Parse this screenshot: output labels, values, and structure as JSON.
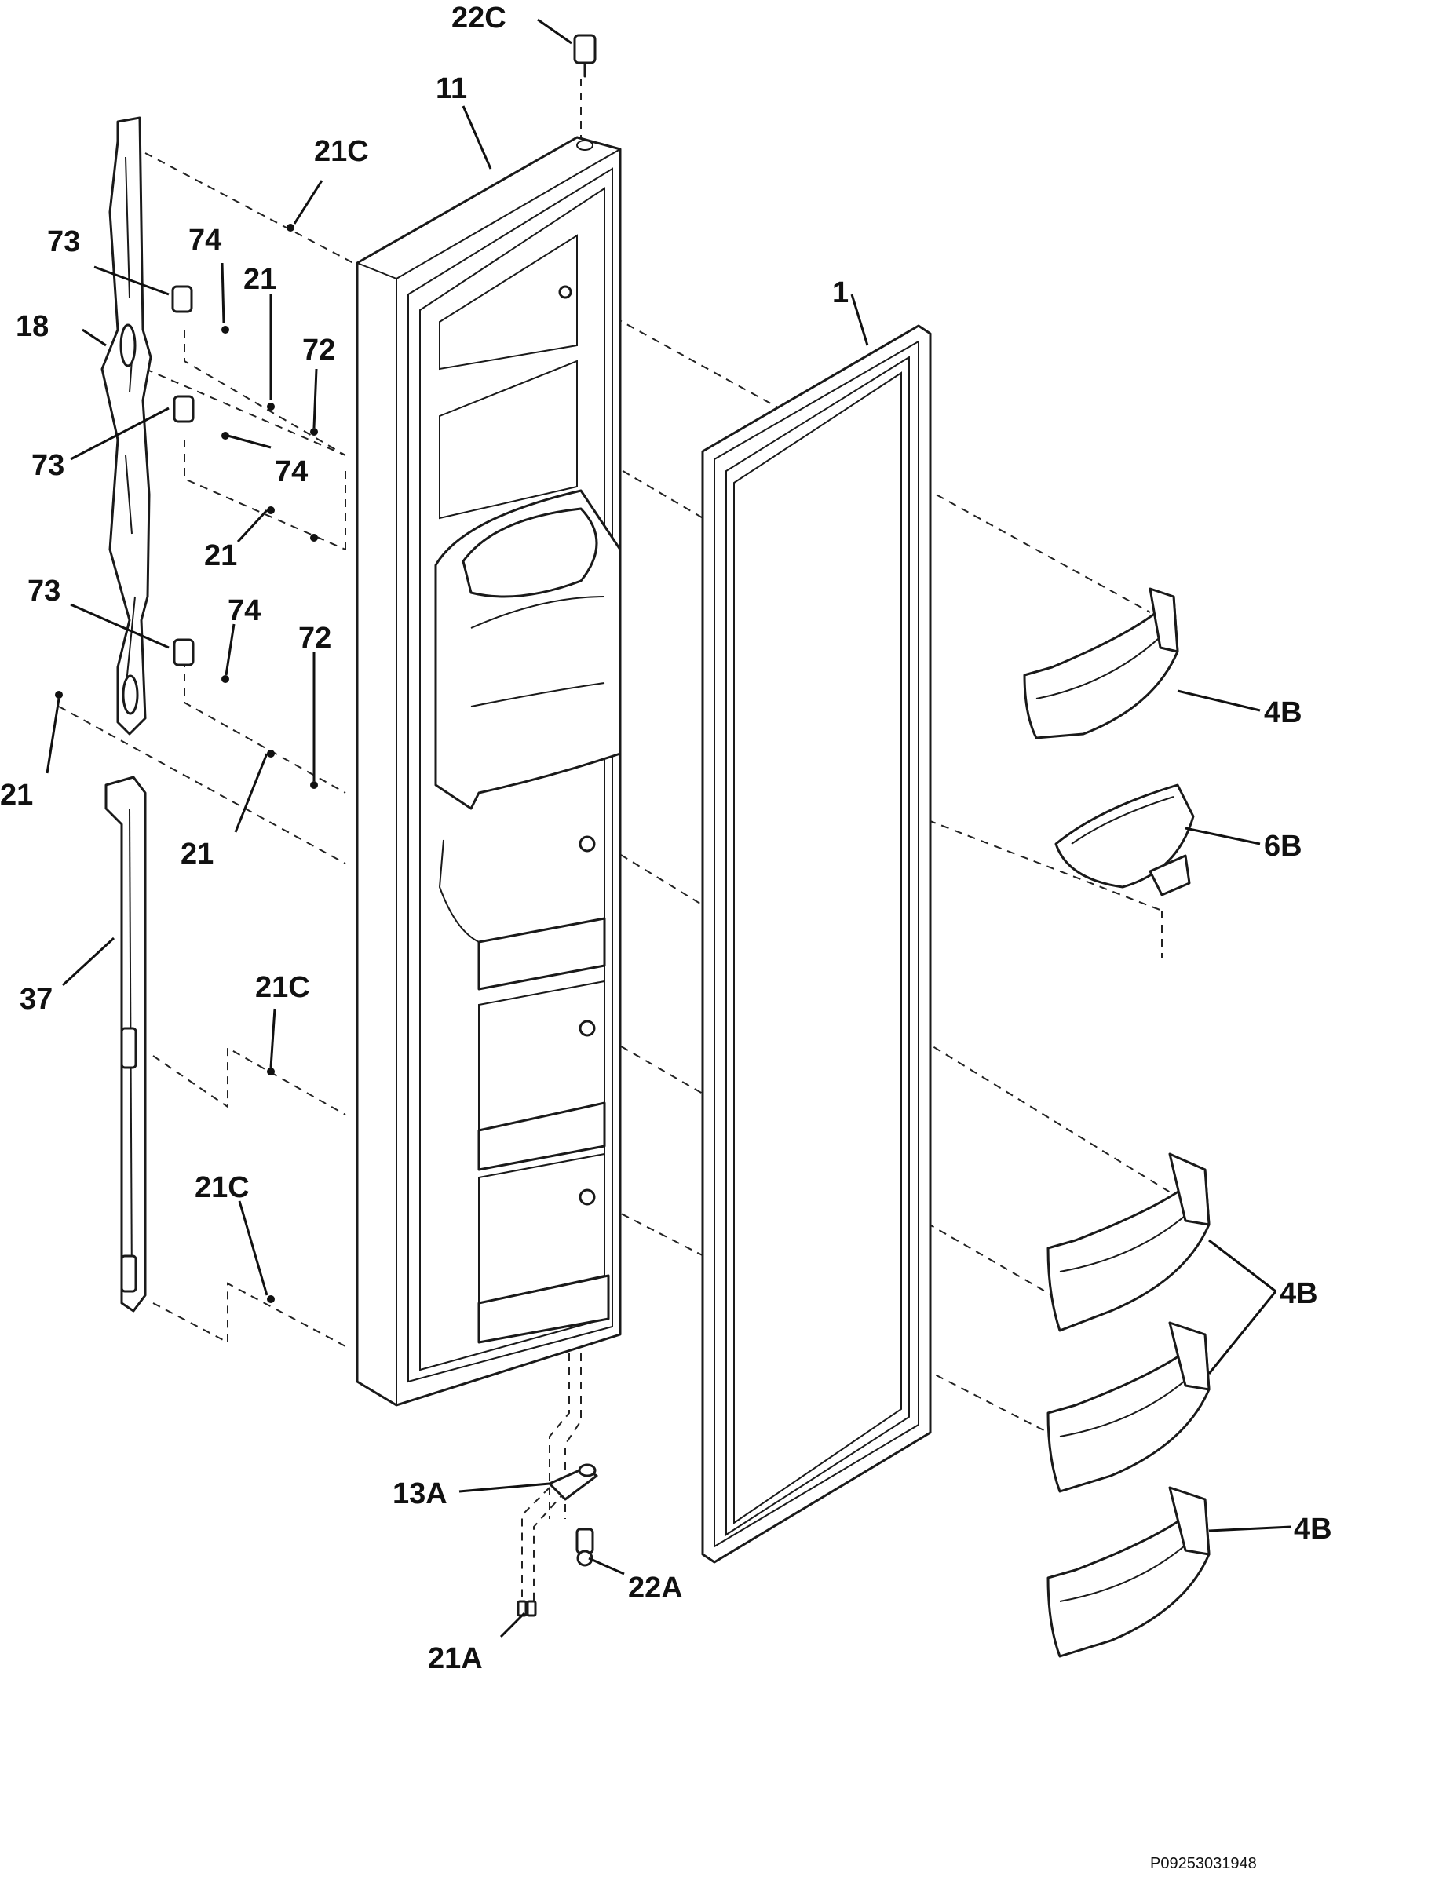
{
  "labels": {
    "l22C_top": "22C",
    "l11": "11",
    "l21C_top": "21C",
    "l73_a": "73",
    "l74_a": "74",
    "l21_a": "21",
    "l18": "18",
    "l72_a": "72",
    "l73_b": "73",
    "l74_b": "74",
    "l21_b": "21",
    "l73_c": "73",
    "l74_c": "74",
    "l72_b": "72",
    "l21_c": "21",
    "l21_d": "21",
    "l37": "37",
    "l21C_mid": "21C",
    "l21C_low": "21C",
    "l1": "1",
    "l4B_a": "4B",
    "l6B": "6B",
    "l4B_b": "4B",
    "l4B_c": "4B",
    "l13A": "13A",
    "l22A": "22A",
    "l21A": "21A"
  },
  "drawing_code": "P09253031948"
}
